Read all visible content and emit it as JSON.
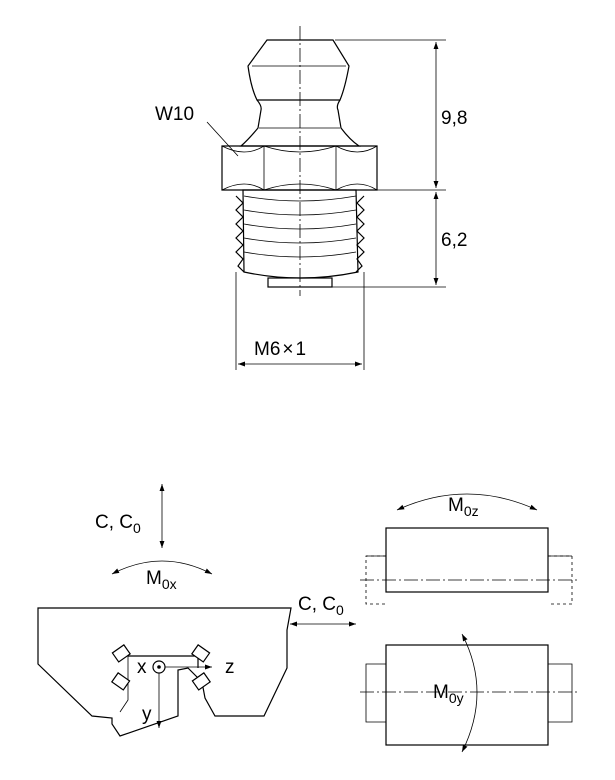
{
  "nipple": {
    "wrench_label": "W10",
    "height_head": "9,8",
    "height_thread": "6,2",
    "thread_label": "M6",
    "thread_times": "×",
    "thread_pitch": "1"
  },
  "loads": {
    "c_vertical_main": "C, C",
    "c_vertical_sub": "0",
    "m0x_main": "M",
    "m0x_sub": "0x",
    "c_horizontal_main": "C, C",
    "c_horizontal_sub": "0",
    "axis_x": "x",
    "axis_y": "y",
    "axis_z": "z",
    "m0z_main": "M",
    "m0z_sub": "0z",
    "m0y_main": "M",
    "m0y_sub": "0y"
  }
}
